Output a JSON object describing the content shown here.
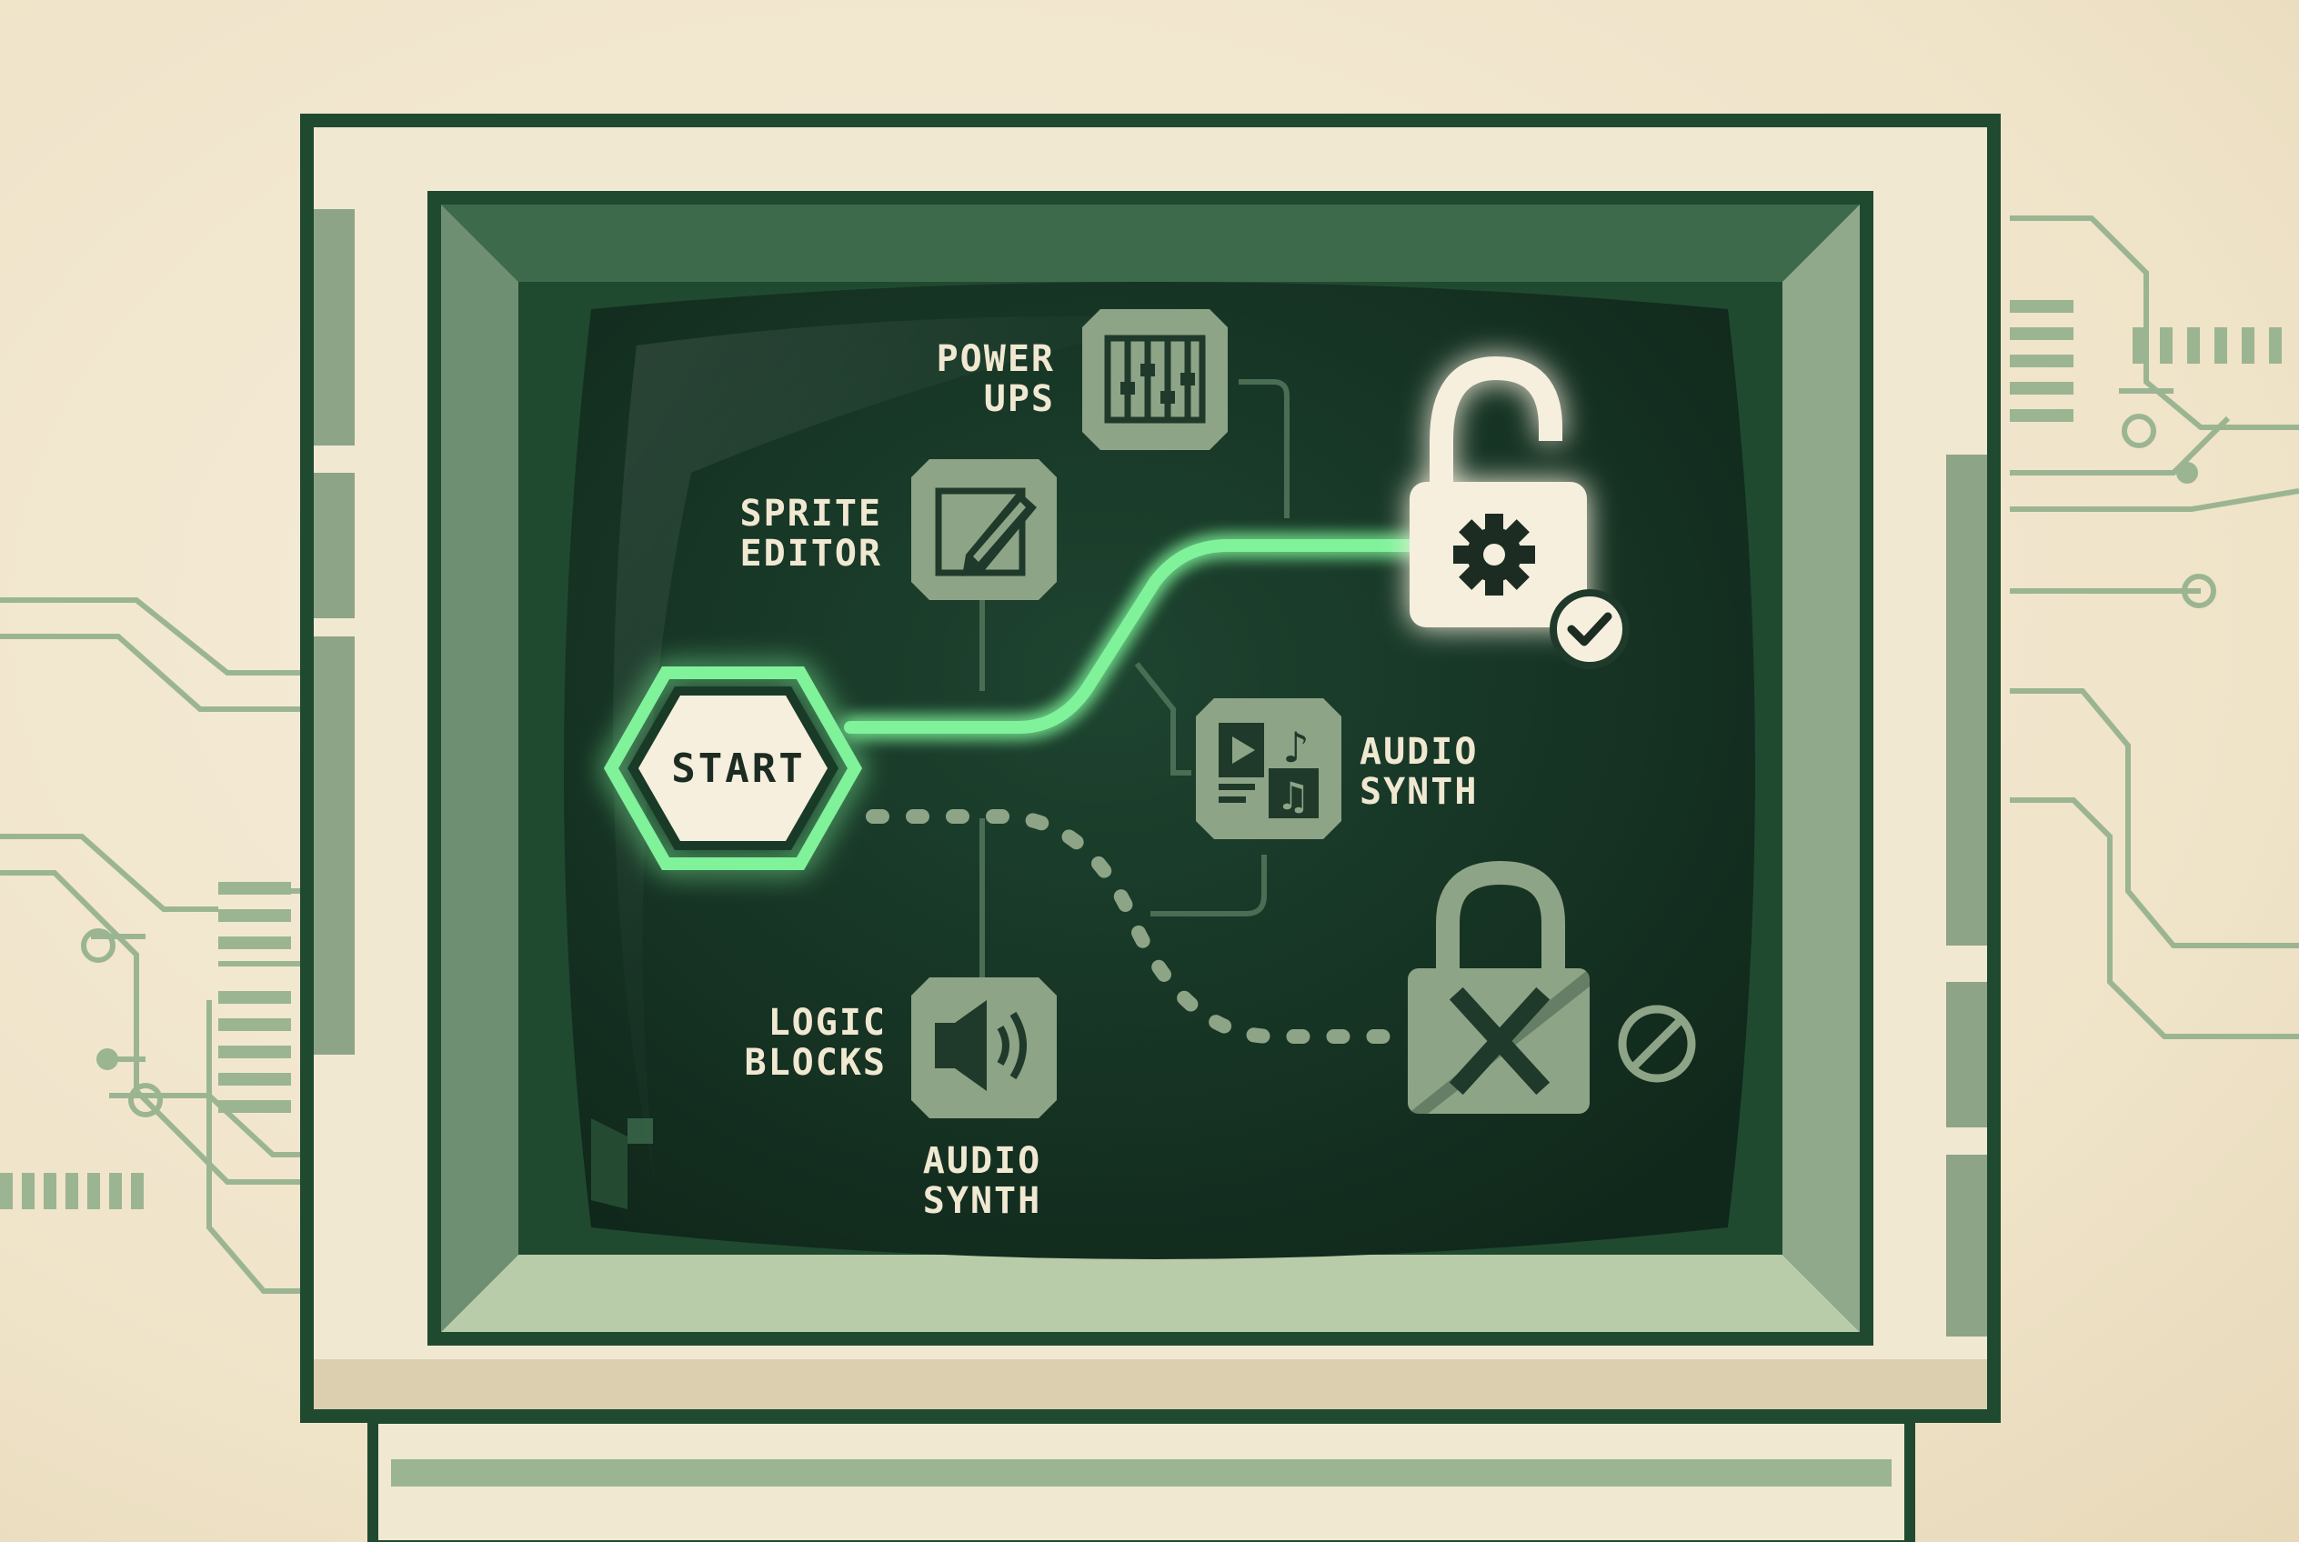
{
  "start": {
    "label": "START"
  },
  "nodes": {
    "power_ups": {
      "line1": "POWER",
      "line2": "UPS",
      "status": "locked"
    },
    "sprite_editor": {
      "line1": "SPRITE",
      "line2": "EDITOR",
      "status": "locked"
    },
    "audio_synth_right": {
      "line1": "AUDIO",
      "line2": "SYNTH",
      "status": "locked"
    },
    "logic_blocks": {
      "line1": "LOGIC",
      "line2": "BLOCKS",
      "status": "locked"
    },
    "audio_synth_bottom": {
      "line1": "AUDIO",
      "line2": "SYNTH",
      "status": "locked"
    }
  },
  "unlocked_node": {
    "icon": "gear-icon",
    "badge": "check-icon",
    "status": "unlocked"
  },
  "blocked_node": {
    "icon": "x-icon",
    "badge": "prohibited-icon",
    "status": "blocked"
  },
  "colors": {
    "screen": "#173626",
    "glow": "#7ff29a",
    "frame_dark": "#1f4a30",
    "frame_light": "#f1e8d2",
    "node_tile": "#8ea486",
    "circuit": "#9bb592"
  }
}
